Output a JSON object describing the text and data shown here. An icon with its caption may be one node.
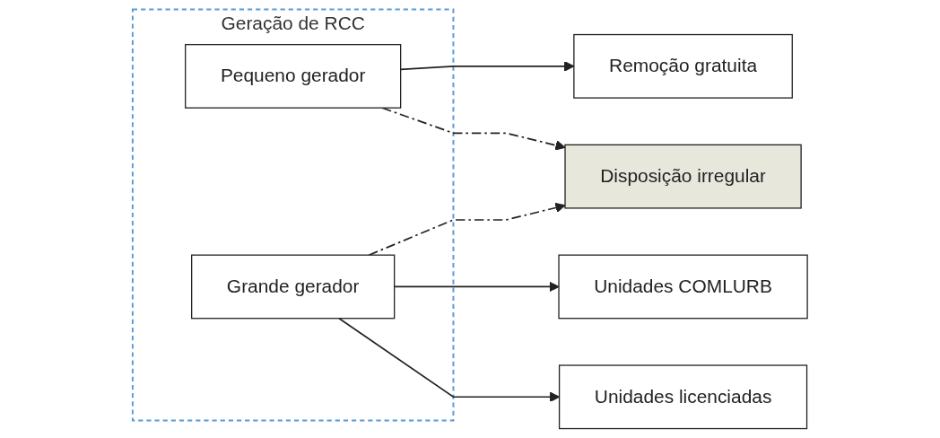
{
  "diagram": {
    "nodes": [
      {
        "text": [
          "Geração de RCC"
        ]
      },
      {
        "text": [
          "Pequeno gerador"
        ],
        "in": 0
      },
      {
        "text": [
          "Grande gerador"
        ],
        "in": 0
      },
      {
        "text": [
          "Remoção gratuita"
        ]
      },
      {
        "text": [
          "Disposição irregular"
        ]
      },
      {
        "text": [
          "Unidades COMLURB"
        ]
      },
      {
        "text": [
          "Unidades licenciadas"
        ]
      }
    ],
    "edges": [
      {
        "from": 1,
        "to": 3,
        "arrow": "to"
      },
      {
        "from": 1,
        "to": 4,
        "arrow": "to",
        "style": "dashed"
      },
      {
        "from": 2,
        "to": 4,
        "arrow": "to",
        "style": "dashed"
      },
      {
        "from": 2,
        "to": 5,
        "arrow": "to"
      },
      {
        "from": 2,
        "to": 6,
        "arrow": "to"
      }
    ]
  }
}
